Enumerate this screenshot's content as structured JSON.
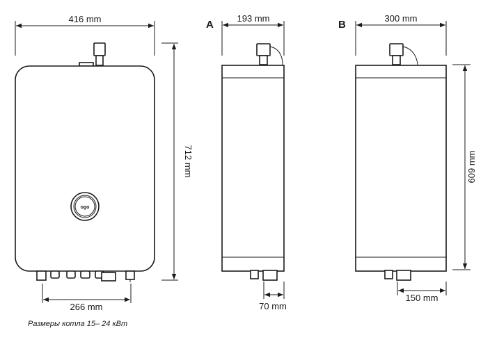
{
  "front_view": {
    "width_label": "416 mm",
    "height_label": "712 mm",
    "connections_label": "266 mm",
    "logo_text": "ogo"
  },
  "side_view_a": {
    "label": "A",
    "depth_label": "193 mm",
    "offset_label": "70 mm"
  },
  "side_view_b": {
    "label": "B",
    "depth_label": "300 mm",
    "height_label": "609 mm",
    "offset_label": "150 mm"
  },
  "caption": "Размеры котла 15– 24 кВт"
}
